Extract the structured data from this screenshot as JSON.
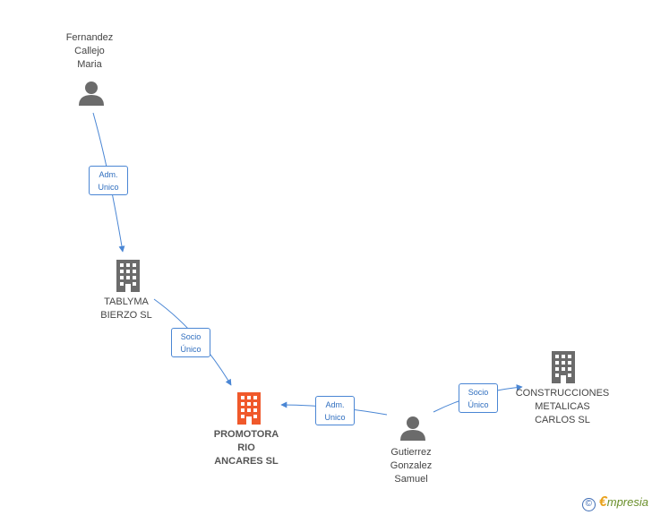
{
  "nodes": {
    "fernandez": {
      "name_lines": [
        "Fernandez",
        "Callejo",
        "Maria"
      ],
      "kind": "person"
    },
    "tablyma": {
      "name_lines": [
        "TABLYMA",
        "BIERZO SL"
      ],
      "kind": "company"
    },
    "promotora": {
      "name_lines": [
        "PROMOTORA",
        "RIO",
        "ANCARES SL"
      ],
      "kind": "company-main"
    },
    "gutierrez": {
      "name_lines": [
        "Gutierrez",
        "Gonzalez",
        "Samuel"
      ],
      "kind": "person"
    },
    "construcciones": {
      "name_lines": [
        "CONSTRUCCIONES",
        "METALICAS",
        "CARLOS SL"
      ],
      "kind": "company"
    }
  },
  "edges": [
    {
      "from": "fernandez",
      "to": "tablyma",
      "label_lines": [
        "Adm.",
        "Unico"
      ]
    },
    {
      "from": "tablyma",
      "to": "promotora",
      "label_lines": [
        "Socio",
        "Único"
      ]
    },
    {
      "from": "gutierrez",
      "to": "promotora",
      "label_lines": [
        "Adm.",
        "Unico"
      ]
    },
    {
      "from": "gutierrez",
      "to": "construcciones",
      "label_lines": [
        "Socio",
        "Único"
      ]
    }
  ],
  "colors": {
    "edge": "#4a86d4",
    "icon": "#6b6b6b",
    "main_company": "#f0592b"
  },
  "icons": {
    "person": "person-icon",
    "company": "building-icon",
    "company_main": "building-icon-highlighted"
  },
  "footer": {
    "copyright_symbol": "©",
    "brand_initial": "€",
    "brand_rest": "mpresia"
  }
}
